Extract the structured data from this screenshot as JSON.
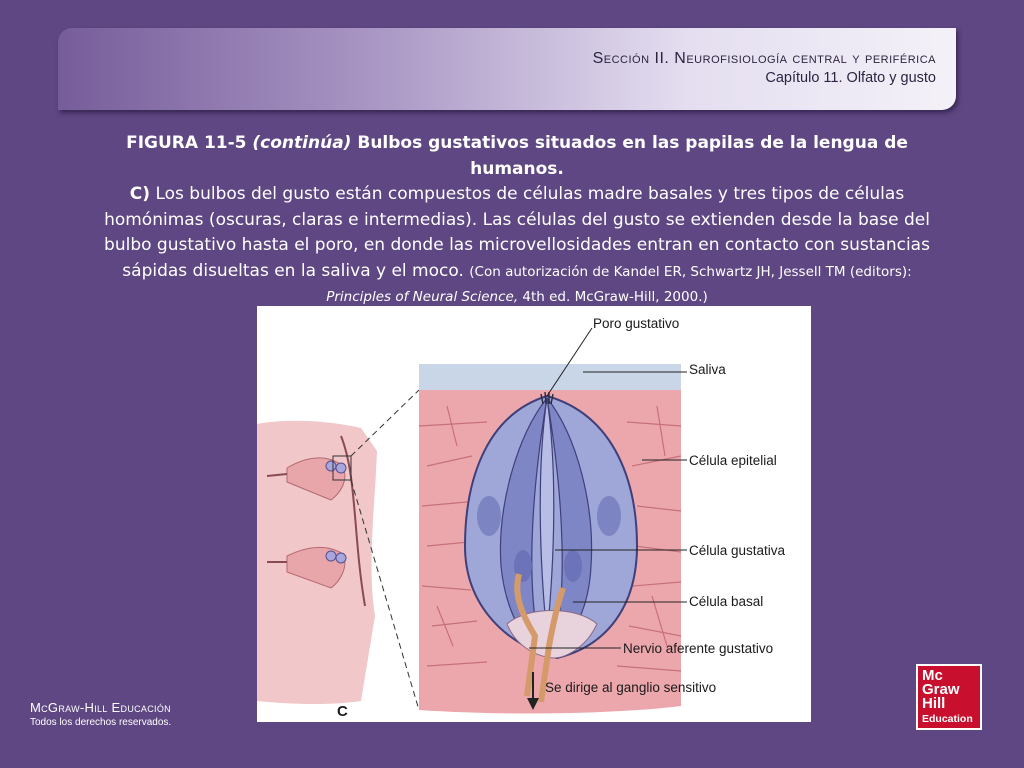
{
  "header": {
    "section": "Sección II.  Neurofisiología central y periférica",
    "chapter": "Capítulo 11. Olfato y gusto"
  },
  "caption": {
    "figure_label": "FIGURA 11-5 ",
    "figure_label_italic": "(continúa)",
    "figure_title": " Bulbos gustativos situados en las papilas de la lengua de humanos.",
    "part_label": "C)",
    "body": " Los bulbos del gusto están compuestos de células madre basales y tres tipos de células homónimas (oscuras, claras e intermedias). Las células del gusto se extienden desde la base del bulbo gustativo hasta el poro, en donde las microvellosidades entran en contacto con sustancias sápidas disueltas en la saliva y el moco. ",
    "citation_pre": "(Con autorización de Kandel ER, Schwartz JH, Jessell TM (editors): ",
    "citation_italic": "Principles of Neural Science,",
    "citation_post": " 4th ed. McGraw-Hill, 2000.)"
  },
  "figure": {
    "labels": {
      "poro": "Poro gustativo",
      "saliva": "Saliva",
      "epitelial": "Célula epitelial",
      "gustativa": "Célula gustativa",
      "basal": "Célula basal",
      "nervio": "Nervio aferente gustativo",
      "ganglio": "Se dirige al ganglio sensitivo",
      "panel": "C"
    }
  },
  "footer": {
    "brand": "McGraw-Hill Educación",
    "rights": "Todos los derechos reservados."
  },
  "logo": {
    "line1": "Mc",
    "line2": "Graw",
    "line3": "Hill",
    "line4": "Education"
  },
  "colors": {
    "background": "#5e4782",
    "logo_red": "#c8102e",
    "tissue_pink": "#e8a6ab",
    "taste_cell_blue": "#9fa6d8"
  }
}
